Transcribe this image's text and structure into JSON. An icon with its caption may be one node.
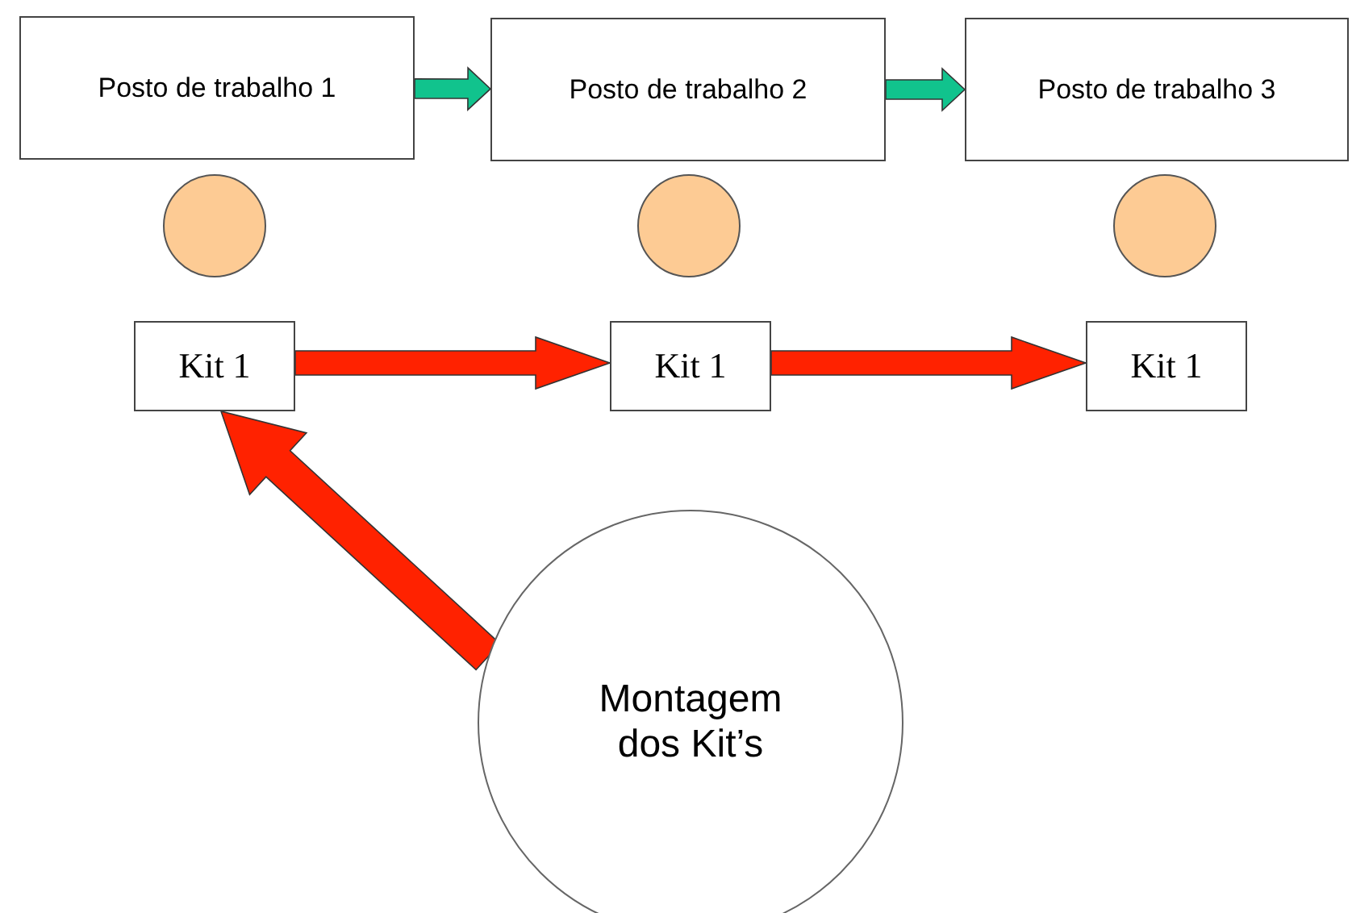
{
  "diagram": {
    "nodes": [
      {
        "text": [
          "Posto de trabalho 1"
        ]
      },
      {
        "text": [
          "Posto de trabalho 2"
        ]
      },
      {
        "text": [
          "Posto de trabalho 3"
        ]
      },
      {
        "text": [],
        "shape": "circle"
      },
      {
        "text": [],
        "shape": "circle"
      },
      {
        "text": [],
        "shape": "circle"
      },
      {
        "text": [
          "Kit 1"
        ]
      },
      {
        "text": [
          "Kit 1"
        ]
      },
      {
        "text": [
          "Kit 1"
        ]
      },
      {
        "text": [
          "Montagem dos Kit’s"
        ]
      }
    ],
    "edges": [
      {
        "from": 0,
        "to": 1,
        "arrow": "to",
        "color": "#11c38d"
      },
      {
        "from": 1,
        "to": 2,
        "arrow": "to",
        "color": "#11c38d"
      },
      {
        "from": 6,
        "to": 7,
        "arrow": "to"
      },
      {
        "from": 7,
        "to": 8,
        "arrow": "to"
      },
      {
        "from": 9,
        "to": 6,
        "arrow": "to"
      }
    ]
  }
}
